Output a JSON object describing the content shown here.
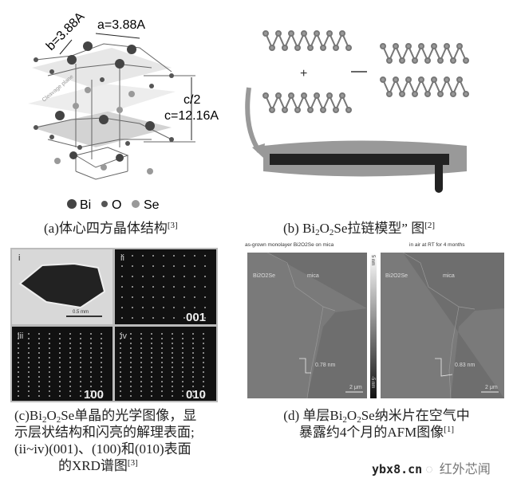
{
  "panel_a": {
    "label_b": "b=3.88A",
    "label_a": "a=3.88A",
    "label_c_half": "c/2",
    "label_c": "c=12.16A",
    "cleavage_plane": "Cleavage plane",
    "legend": [
      "Bi",
      "O",
      "Se"
    ],
    "caption_prefix": "(a)体心四方晶体结构",
    "caption_ref": "[3]"
  },
  "panel_b": {
    "plus": "+",
    "caption_prefix": "(b) Bi",
    "caption_sub1": "2",
    "caption_o": "O",
    "caption_sub2": "2",
    "caption_rest": "Se拉链模型” 图",
    "caption_ref": "[2]"
  },
  "panel_c": {
    "quadrants": [
      {
        "label": "i",
        "scale": "0.5 mm"
      },
      {
        "label": "ii",
        "index": "001"
      },
      {
        "label": "iii",
        "index": "100"
      },
      {
        "label": "iv",
        "index": "010"
      }
    ],
    "caption_line1_prefix": "(c)Bi",
    "caption_line1_sub1": "2",
    "caption_line1_o": "O",
    "caption_line1_sub2": "2",
    "caption_line1_rest": "Se单晶的光学图像，显",
    "caption_line2": "示层状结构和闪亮的解理表面;",
    "caption_line3": "(ii~iv)(001)、(100)和(010)表面",
    "caption_line4": "的XRD谱图",
    "caption_ref": "[3]"
  },
  "panel_d": {
    "left_title": "as-grown monolayer Bi2O2Se on mica",
    "right_title": "in air at RT for 4 months",
    "material_label": "Bi2O2Se",
    "substrate_label": "mica",
    "left_step": "0.78 nm",
    "right_step": "0.83 nm",
    "scale_bar": "2 μm",
    "colorbar_top": "5 nm",
    "colorbar_bottom": "-5 nm",
    "caption_line1_prefix": "(d) 单层Bi",
    "caption_line1_sub1": "2",
    "caption_line1_o": "O",
    "caption_line1_sub2": "2",
    "caption_line1_rest": "Se纳米片在空气中",
    "caption_line2": "暴露约4个月的AFM图像",
    "caption_ref": "[1]"
  },
  "watermark": {
    "site": "ybx8.cn",
    "brand": "红外芯闻"
  }
}
